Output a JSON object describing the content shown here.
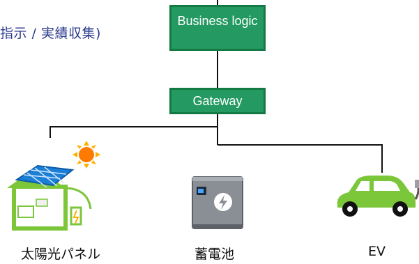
{
  "side_text": "指示 / 実績収集)",
  "nodes": {
    "business_logic": "Business logic",
    "gateway": "Gateway"
  },
  "devices": {
    "solar": "太陽光パネル",
    "battery": "蓄電池",
    "ev": "EV"
  },
  "colors": {
    "box_fill": "#249a62",
    "box_border": "#137a43",
    "side_text": "#2a3a8c",
    "ev_body": "#7cc63a",
    "sun": "#ff7a00"
  }
}
